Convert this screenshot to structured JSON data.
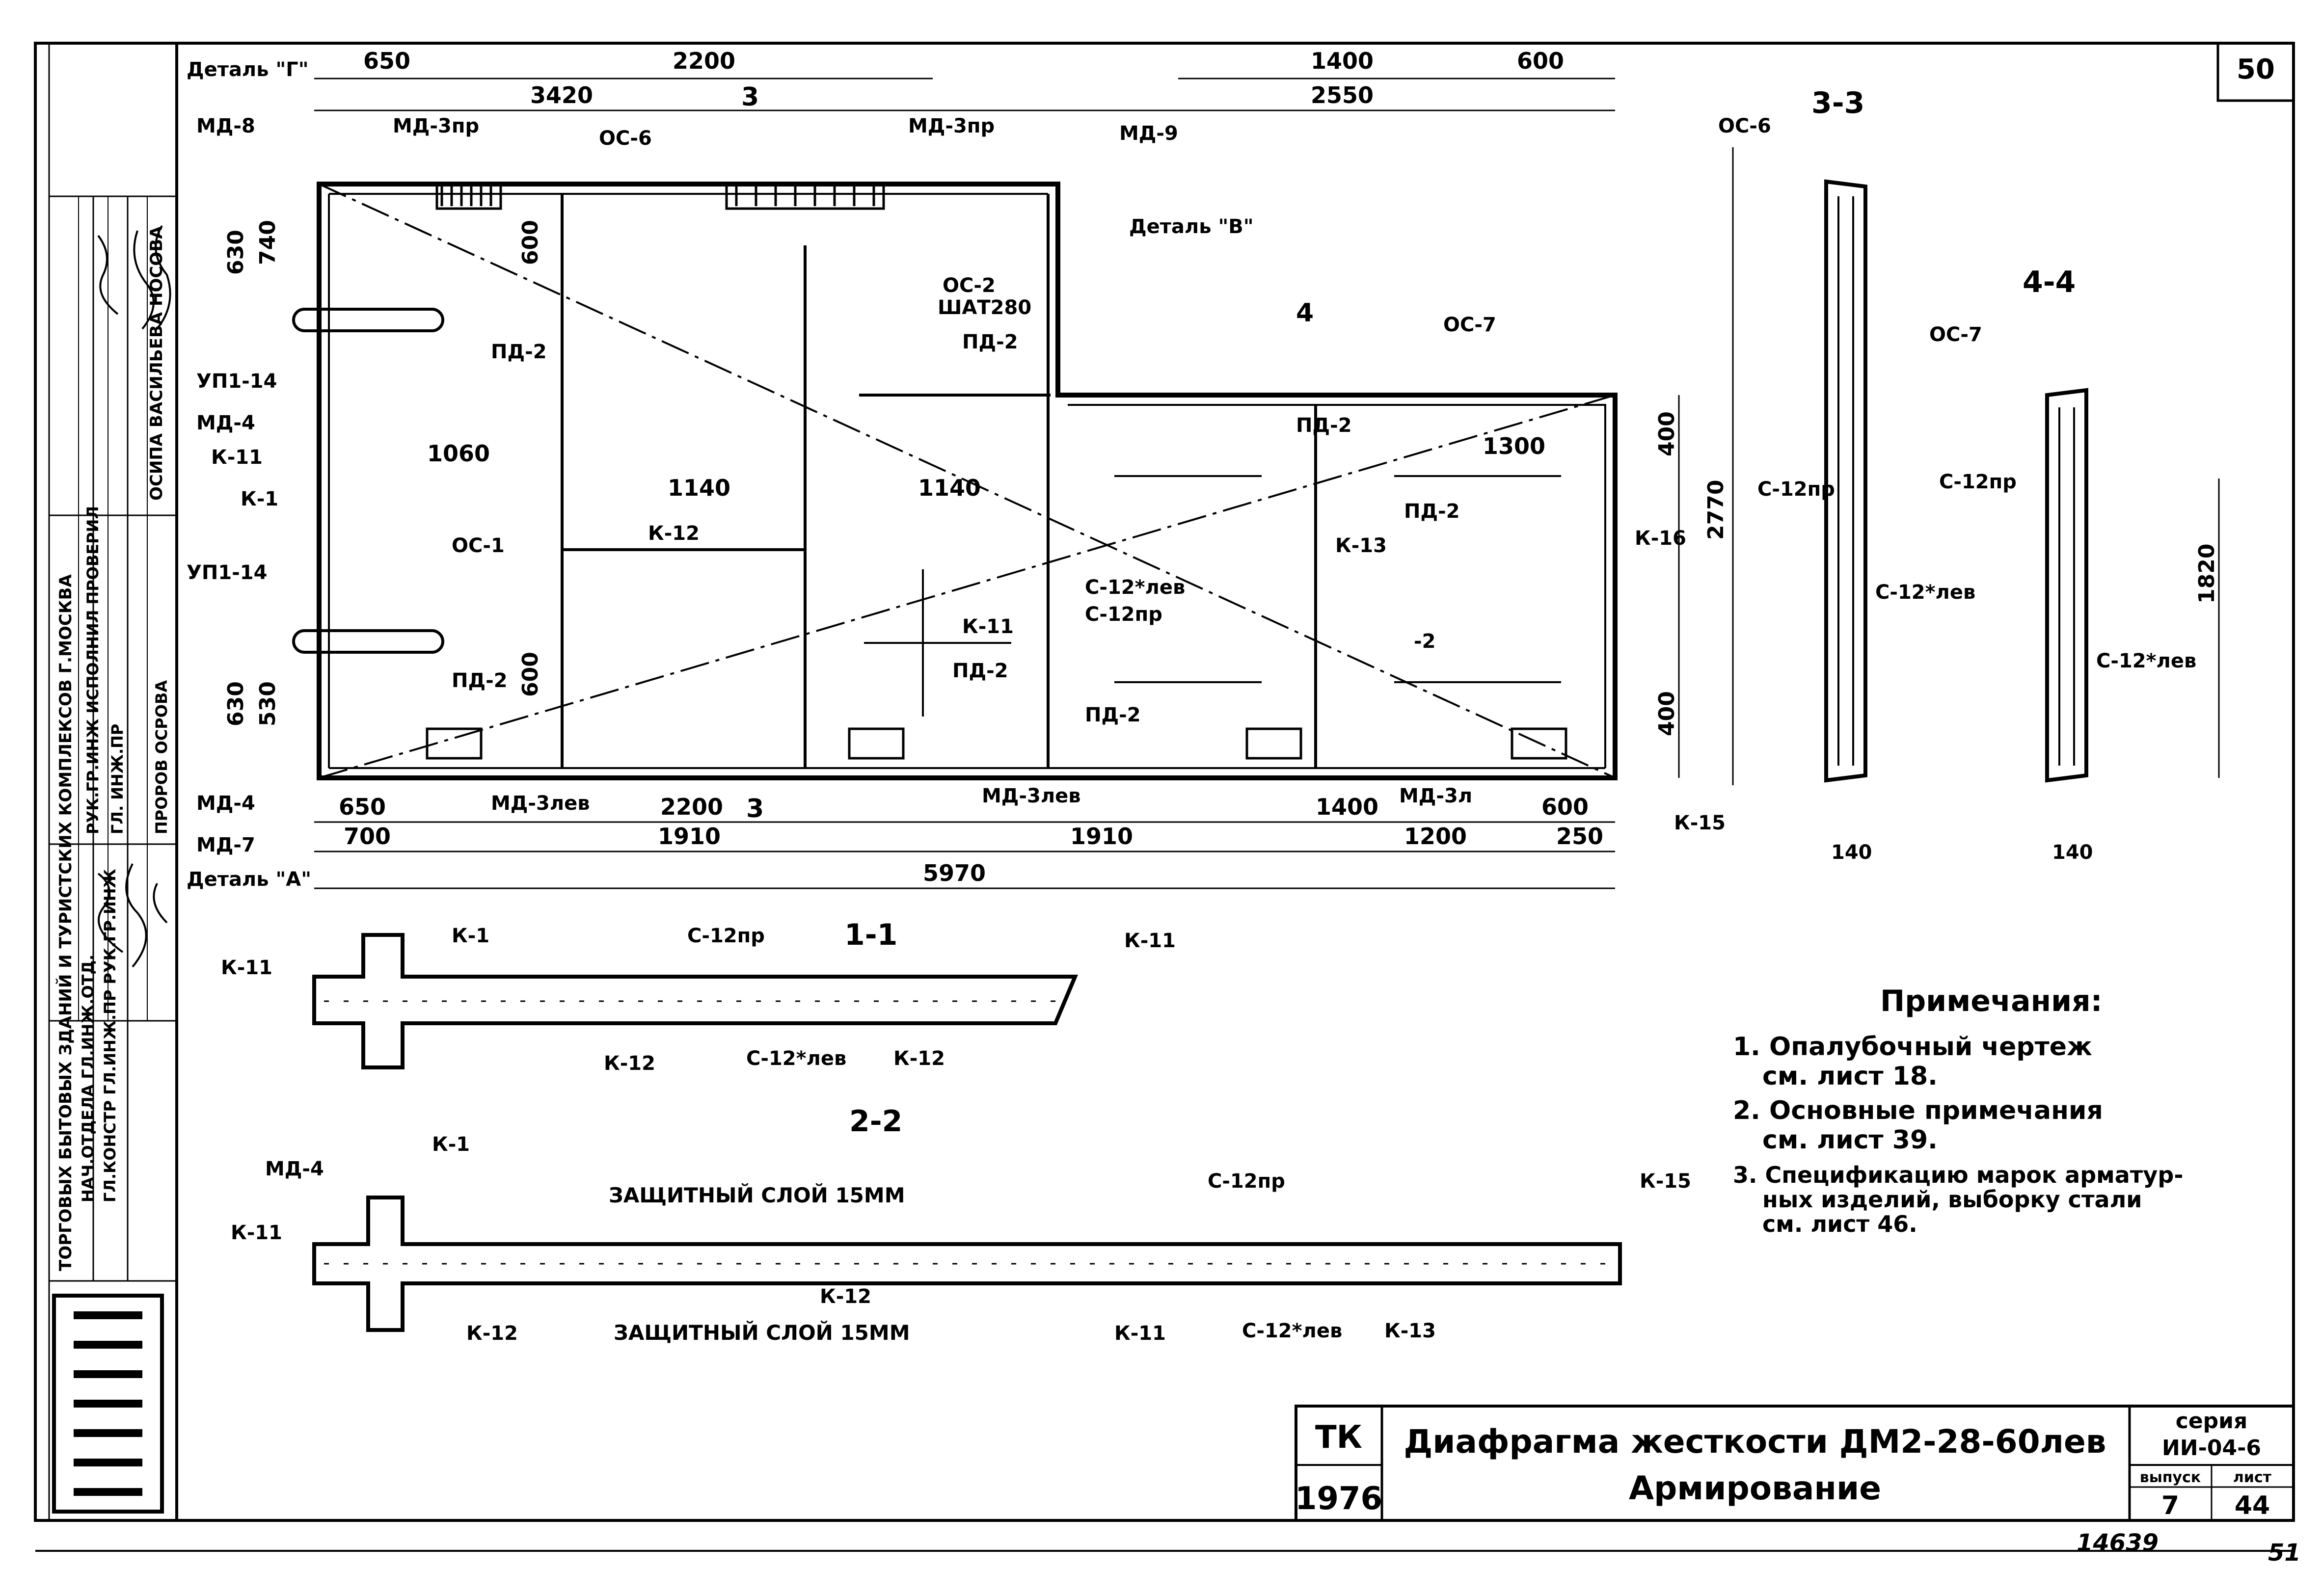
{
  "sheet": {
    "number": "50"
  },
  "stamp": {
    "organization": "ТОРГОВЫХ БЫТОВЫХ ЗДАНИЙ И ТУРИСТСКИХ КОМПЛЕКСОВ Г.МОСКВА",
    "roles_1": "НАЧ.ОТДЕЛА  ГЛ.ИНЖ.ОТД.",
    "roles_2": "ГЛ.КОНСТР  ГЛ.ИНЖ.ПР  РУК.ГР.ИНЖ",
    "roles_3": "РУК.ГР.ИНЖ  ИСПОЛНИЛ  ПРОВЕРИЛ",
    "roles_4": "ГЛ. ИНЖ.ПР",
    "names": "ПРОРОВ  ОСРОВА",
    "surnames": "ОСИПА  ВАСИЛЬЕВА  НОСОВА"
  },
  "dimensions": {
    "top_650": "650",
    "top_2200": "2200",
    "top_1400": "1400",
    "top_600": "600",
    "top_3420": "3420",
    "top_2550": "2550",
    "bottom_650": "650",
    "bottom_2200": "2200",
    "bottom_1400": "1400",
    "bottom_600": "600",
    "bottom_700": "700",
    "bottom_1910_a": "1910",
    "bottom_1910_b": "1910",
    "bottom_1200": "1200",
    "bottom_250": "250",
    "overall_5970": "5970",
    "inner_1060": "1060",
    "inner_1140_a": "1140",
    "inner_1140_b": "1140",
    "inner_1300": "1300",
    "left_630_top": "630",
    "left_740": "740",
    "left_630_bottom": "630",
    "left_530": "530",
    "inner_600_top": "600",
    "inner_600_bottom": "600",
    "right_400_top": "400",
    "right_400_bottom": "400",
    "right_2770": "2770",
    "right_1820": "1820",
    "width_140": "140"
  },
  "labels": {
    "detail_g": "Деталь \"Г\"",
    "detail_v": "Деталь \"В\"",
    "detail_a": "Деталь \"А\"",
    "md_8": "МД-8",
    "md_9": "МД-9",
    "md_3pr_a": "МД-3пр",
    "md_3pr_b": "МД-3пр",
    "md_4": "МД-4",
    "md_7": "МД-7",
    "md_3lev": "МД-3лев",
    "md_3lev_partial": "МД-3л",
    "os_1": "ОС-1",
    "os_2": "ОС-2",
    "os_6": "ОС-6",
    "os_7": "ОС-7",
    "shat_280": "ШАТ280",
    "pd_2": "ПД-2",
    "pd_2_partial": "-2",
    "up1_14": "УП1-14",
    "k_1": "К-1",
    "k_11": "К-11",
    "k_12": "К-12",
    "k_13": "К-13",
    "k_13_alt": "К-13",
    "k_15": "К-15",
    "k_16": "К-16",
    "s_12pr": "С-12пр",
    "s_12_lev": "С-12*лев",
    "cover_top": "ЗАЩИТНЫЙ СЛОЙ 15ММ",
    "cover_bottom": "ЗАЩИТНЫЙ СЛОЙ 15ММ"
  },
  "sections": {
    "mark_3": "3",
    "mark_4": "4",
    "s3_title": "3-3",
    "s4_title": "4-4",
    "s1_title": "1-1",
    "s2_title": "2-2"
  },
  "notes": {
    "title": "Примечания:",
    "n1_l1": "1. Опалубочный чертеж",
    "n1_l2": "см. лист 18.",
    "n2_l1": "2. Основные примечания",
    "n2_l2": "см. лист 39.",
    "n3_l1": "3. Спецификацию марок арматур-",
    "n3_l2": "ных изделий, выборку стали",
    "n3_l3": "см. лист 46."
  },
  "title_block": {
    "tk": "ТК",
    "year": "1976",
    "title": "Диафрагма жесткости ДМ2-28-60лев",
    "subtitle": "Армирование",
    "series_label": "серия",
    "series": "ИИ-04-6",
    "issue_label": "выпуск",
    "sheet_label": "лист",
    "issue": "7",
    "sheet": "44"
  },
  "footer": {
    "archive_number": "14639",
    "page_number": "51"
  }
}
